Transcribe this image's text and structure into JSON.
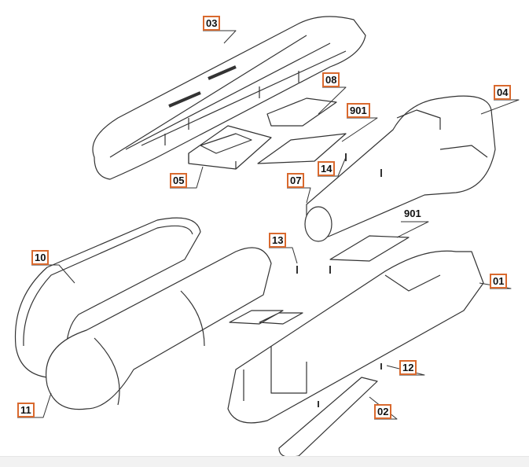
{
  "labels": {
    "l01": "01",
    "l02": "02",
    "l03": "03",
    "l04": "04",
    "l05": "05",
    "l07": "07",
    "l08": "08",
    "l901a": "901",
    "l901b": "901",
    "l10": "10",
    "l11": "11",
    "l12": "12",
    "l13": "13",
    "l14": "14"
  },
  "colors": {
    "label_border": "#d9692e",
    "line": "#333333"
  }
}
